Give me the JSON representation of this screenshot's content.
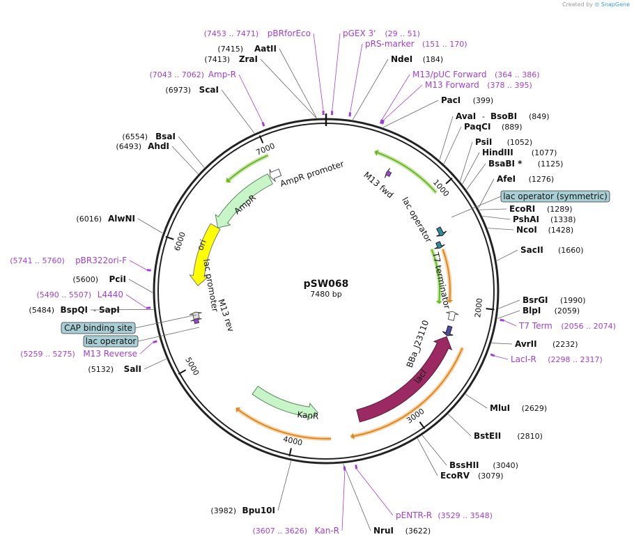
{
  "credit": {
    "prefix": "Created by",
    "brand": "SnapGene"
  },
  "plasmid": {
    "name": "pSW068",
    "length_label": "7480 bp",
    "length": 7480
  },
  "ticks": [
    {
      "pos": 1000,
      "label": "1000"
    },
    {
      "pos": 2000,
      "label": "2000"
    },
    {
      "pos": 3000,
      "label": "3000"
    },
    {
      "pos": 4000,
      "label": "4000"
    },
    {
      "pos": 5000,
      "label": "5000"
    },
    {
      "pos": 6000,
      "label": "6000"
    },
    {
      "pos": 7000,
      "label": "7000"
    }
  ],
  "sites": [
    {
      "name": "AatII",
      "pos_label": "(7415)",
      "pos": 7415,
      "side": "left"
    },
    {
      "name": "ZraI",
      "pos_label": "(7413)",
      "pos": 7413,
      "side": "left"
    },
    {
      "name": "ScaI",
      "pos_label": "(6973)",
      "pos": 6973,
      "side": "left"
    },
    {
      "name": "BsaI",
      "pos_label": "(6554)",
      "pos": 6554,
      "side": "left"
    },
    {
      "name": "AhdI",
      "pos_label": "(6493)",
      "pos": 6493,
      "side": "left"
    },
    {
      "name": "AlwNI",
      "pos_label": "(6016)",
      "pos": 6016,
      "side": "left"
    },
    {
      "name": "PciI",
      "pos_label": "(5600)",
      "pos": 5600,
      "side": "left"
    },
    {
      "name": "BspQI",
      "name2": "SapI",
      "pos_label": "(5484)",
      "pos": 5484,
      "side": "left"
    },
    {
      "name": "SalI",
      "pos_label": "(5132)",
      "pos": 5132,
      "side": "left"
    },
    {
      "name": "Bpu10I",
      "pos_label": "(3982)",
      "pos": 3982,
      "side": "left"
    },
    {
      "name": "NruI",
      "pos_label": "(3622)",
      "pos": 3622,
      "side": "right"
    },
    {
      "name": "NdeI",
      "pos_label": "(184)",
      "pos": 184,
      "side": "right"
    },
    {
      "name": "PacI",
      "pos_label": "(399)",
      "pos": 399,
      "side": "right"
    },
    {
      "name": "AvaI",
      "name2": "BsoBI",
      "pos_label": "(849)",
      "pos": 849,
      "side": "right"
    },
    {
      "name": "PaqCI",
      "pos_label": "(889)",
      "pos": 889,
      "side": "right"
    },
    {
      "name": "PsiI",
      "pos_label": "(1052)",
      "pos": 1052,
      "side": "right"
    },
    {
      "name": "HindIII",
      "pos_label": "(1077)",
      "pos": 1077,
      "side": "right"
    },
    {
      "name": "BsaBI *",
      "pos_label": "(1125)",
      "pos": 1125,
      "side": "right"
    },
    {
      "name": "AfeI",
      "pos_label": "(1276)",
      "pos": 1276,
      "side": "right"
    },
    {
      "name": "EcoRI",
      "pos_label": "(1289)",
      "pos": 1289,
      "side": "right"
    },
    {
      "name": "PshAI",
      "pos_label": "(1338)",
      "pos": 1338,
      "side": "right"
    },
    {
      "name": "NcoI",
      "pos_label": "(1428)",
      "pos": 1428,
      "side": "right"
    },
    {
      "name": "SacII",
      "pos_label": "(1660)",
      "pos": 1660,
      "side": "right"
    },
    {
      "name": "BsrGI",
      "pos_label": "(1990)",
      "pos": 1990,
      "side": "right"
    },
    {
      "name": "BlpI",
      "pos_label": "(2059)",
      "pos": 2059,
      "side": "right"
    },
    {
      "name": "AvrII",
      "pos_label": "(2232)",
      "pos": 2232,
      "side": "right"
    },
    {
      "name": "MluI",
      "pos_label": "(2629)",
      "pos": 2629,
      "side": "right"
    },
    {
      "name": "BstEII",
      "pos_label": "(2810)",
      "pos": 2810,
      "side": "right"
    },
    {
      "name": "BssHII",
      "pos_label": "(3040)",
      "pos": 3040,
      "side": "right"
    },
    {
      "name": "EcoRV",
      "pos_label": "(3079)",
      "pos": 3079,
      "side": "right"
    }
  ],
  "primers": [
    {
      "name": "pBRforEco",
      "pos_label": "(7453 .. 7471)",
      "pos": 7462,
      "side": "left"
    },
    {
      "name": "Amp-R",
      "pos_label": "(7043 .. 7062)",
      "pos": 7052,
      "side": "left"
    },
    {
      "name": "pBR322ori-F",
      "pos_label": "(5741 .. 5760)",
      "pos": 5750,
      "side": "left"
    },
    {
      "name": "L4440",
      "pos_label": "(5490 .. 5507)",
      "pos": 5498,
      "side": "left"
    },
    {
      "name": "M13 Reverse",
      "pos_label": "(5259 .. 5275)",
      "pos": 5267,
      "side": "left"
    },
    {
      "name": "Kan-R",
      "pos_label": "(3607 .. 3626)",
      "pos": 3616,
      "side": "left"
    },
    {
      "name": "pGEX 3'",
      "pos_label": "(29 .. 51)",
      "pos": 40,
      "side": "right"
    },
    {
      "name": "pRS-marker",
      "pos_label": "(151 .. 170)",
      "pos": 160,
      "side": "right"
    },
    {
      "name": "M13/pUC Forward",
      "pos_label": "(364 .. 386)",
      "pos": 375,
      "side": "right"
    },
    {
      "name": "M13 Forward",
      "pos_label": "(378 .. 395)",
      "pos": 386,
      "side": "right"
    },
    {
      "name": "T7 Term",
      "pos_label": "(2056 .. 2074)",
      "pos": 2065,
      "side": "right"
    },
    {
      "name": "LacI-R",
      "pos_label": "(2298 .. 2317)",
      "pos": 2307,
      "side": "right"
    },
    {
      "name": "pENTR-R",
      "pos_label": "(3529 .. 3548)",
      "pos": 3538,
      "side": "right"
    }
  ],
  "boxed_labels": [
    {
      "name": "lac operator (symmetric)",
      "side": "right"
    },
    {
      "name": "CAP binding site",
      "side": "left"
    },
    {
      "name": "lac operator",
      "side": "left"
    }
  ],
  "features": [
    {
      "name": "AmpR promoter",
      "type": "promoter",
      "label": "AmpR promoter"
    },
    {
      "name": "AmpR",
      "type": "cds",
      "label": "AmpR"
    },
    {
      "name": "ori",
      "type": "origin",
      "label": "ori"
    },
    {
      "name": "lac promoter",
      "type": "promoter",
      "label": "lac promoter"
    },
    {
      "name": "M13 rev",
      "type": "primer_bind",
      "label": "M13 rev"
    },
    {
      "name": "KanR",
      "type": "cds",
      "label": "KanR"
    },
    {
      "name": "lacI",
      "type": "cds",
      "label": "lacI"
    },
    {
      "name": "BBa_J23110",
      "type": "promoter",
      "label": "BBa_J23110"
    },
    {
      "name": "T7 terminator",
      "type": "terminator",
      "label": "T7 terminator"
    },
    {
      "name": "lac operator",
      "type": "operator",
      "label": "lac operator"
    },
    {
      "name": "M13 fwd",
      "type": "primer_bind",
      "label": "M13 fwd"
    }
  ],
  "colors": {
    "backbone": "#222222",
    "ampr": "#c8f5c8",
    "kanr": "#c8f5c8",
    "laci": "#9b2a62",
    "ori": "#ffff00",
    "primer": "#a23ed6",
    "orf_green": "#6ab81e",
    "orf_orange": "#e0881a",
    "box_fill": "#a9cfd6"
  }
}
